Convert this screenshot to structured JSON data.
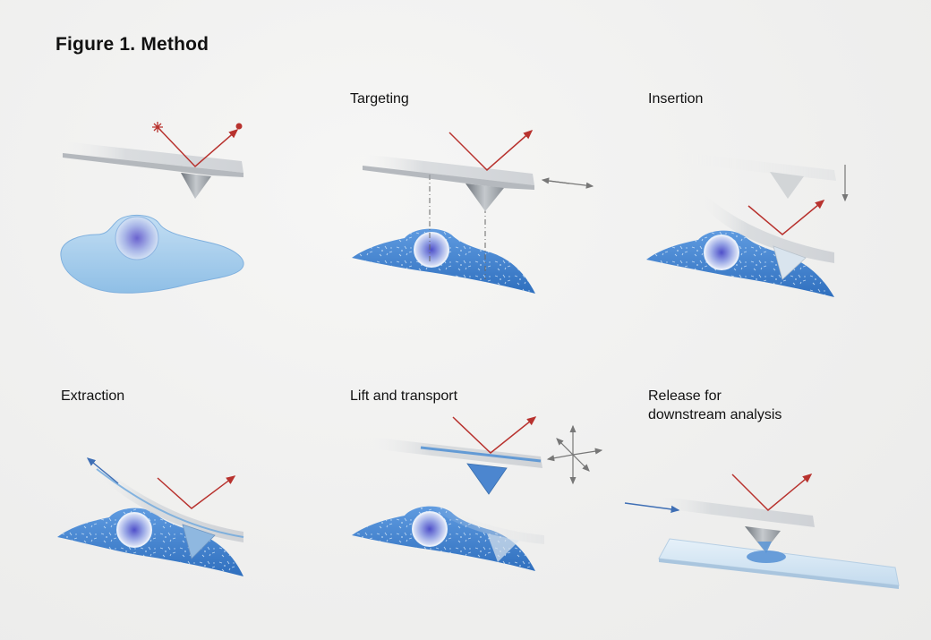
{
  "figure": {
    "title": "Figure 1. Method"
  },
  "steps": [
    {
      "label": ""
    },
    {
      "label": "Targeting"
    },
    {
      "label": "Insertion"
    },
    {
      "label": "Extraction"
    },
    {
      "label": "Lift and transport"
    },
    {
      "label": "Release for\ndownstream analysis"
    }
  ],
  "colors": {
    "laser": "#b8322e",
    "cell_light": "#a9cdec",
    "cell_dark": "#3f80cc",
    "nucleus": "#5b63cf",
    "cantilever": "#cfd2d6"
  }
}
